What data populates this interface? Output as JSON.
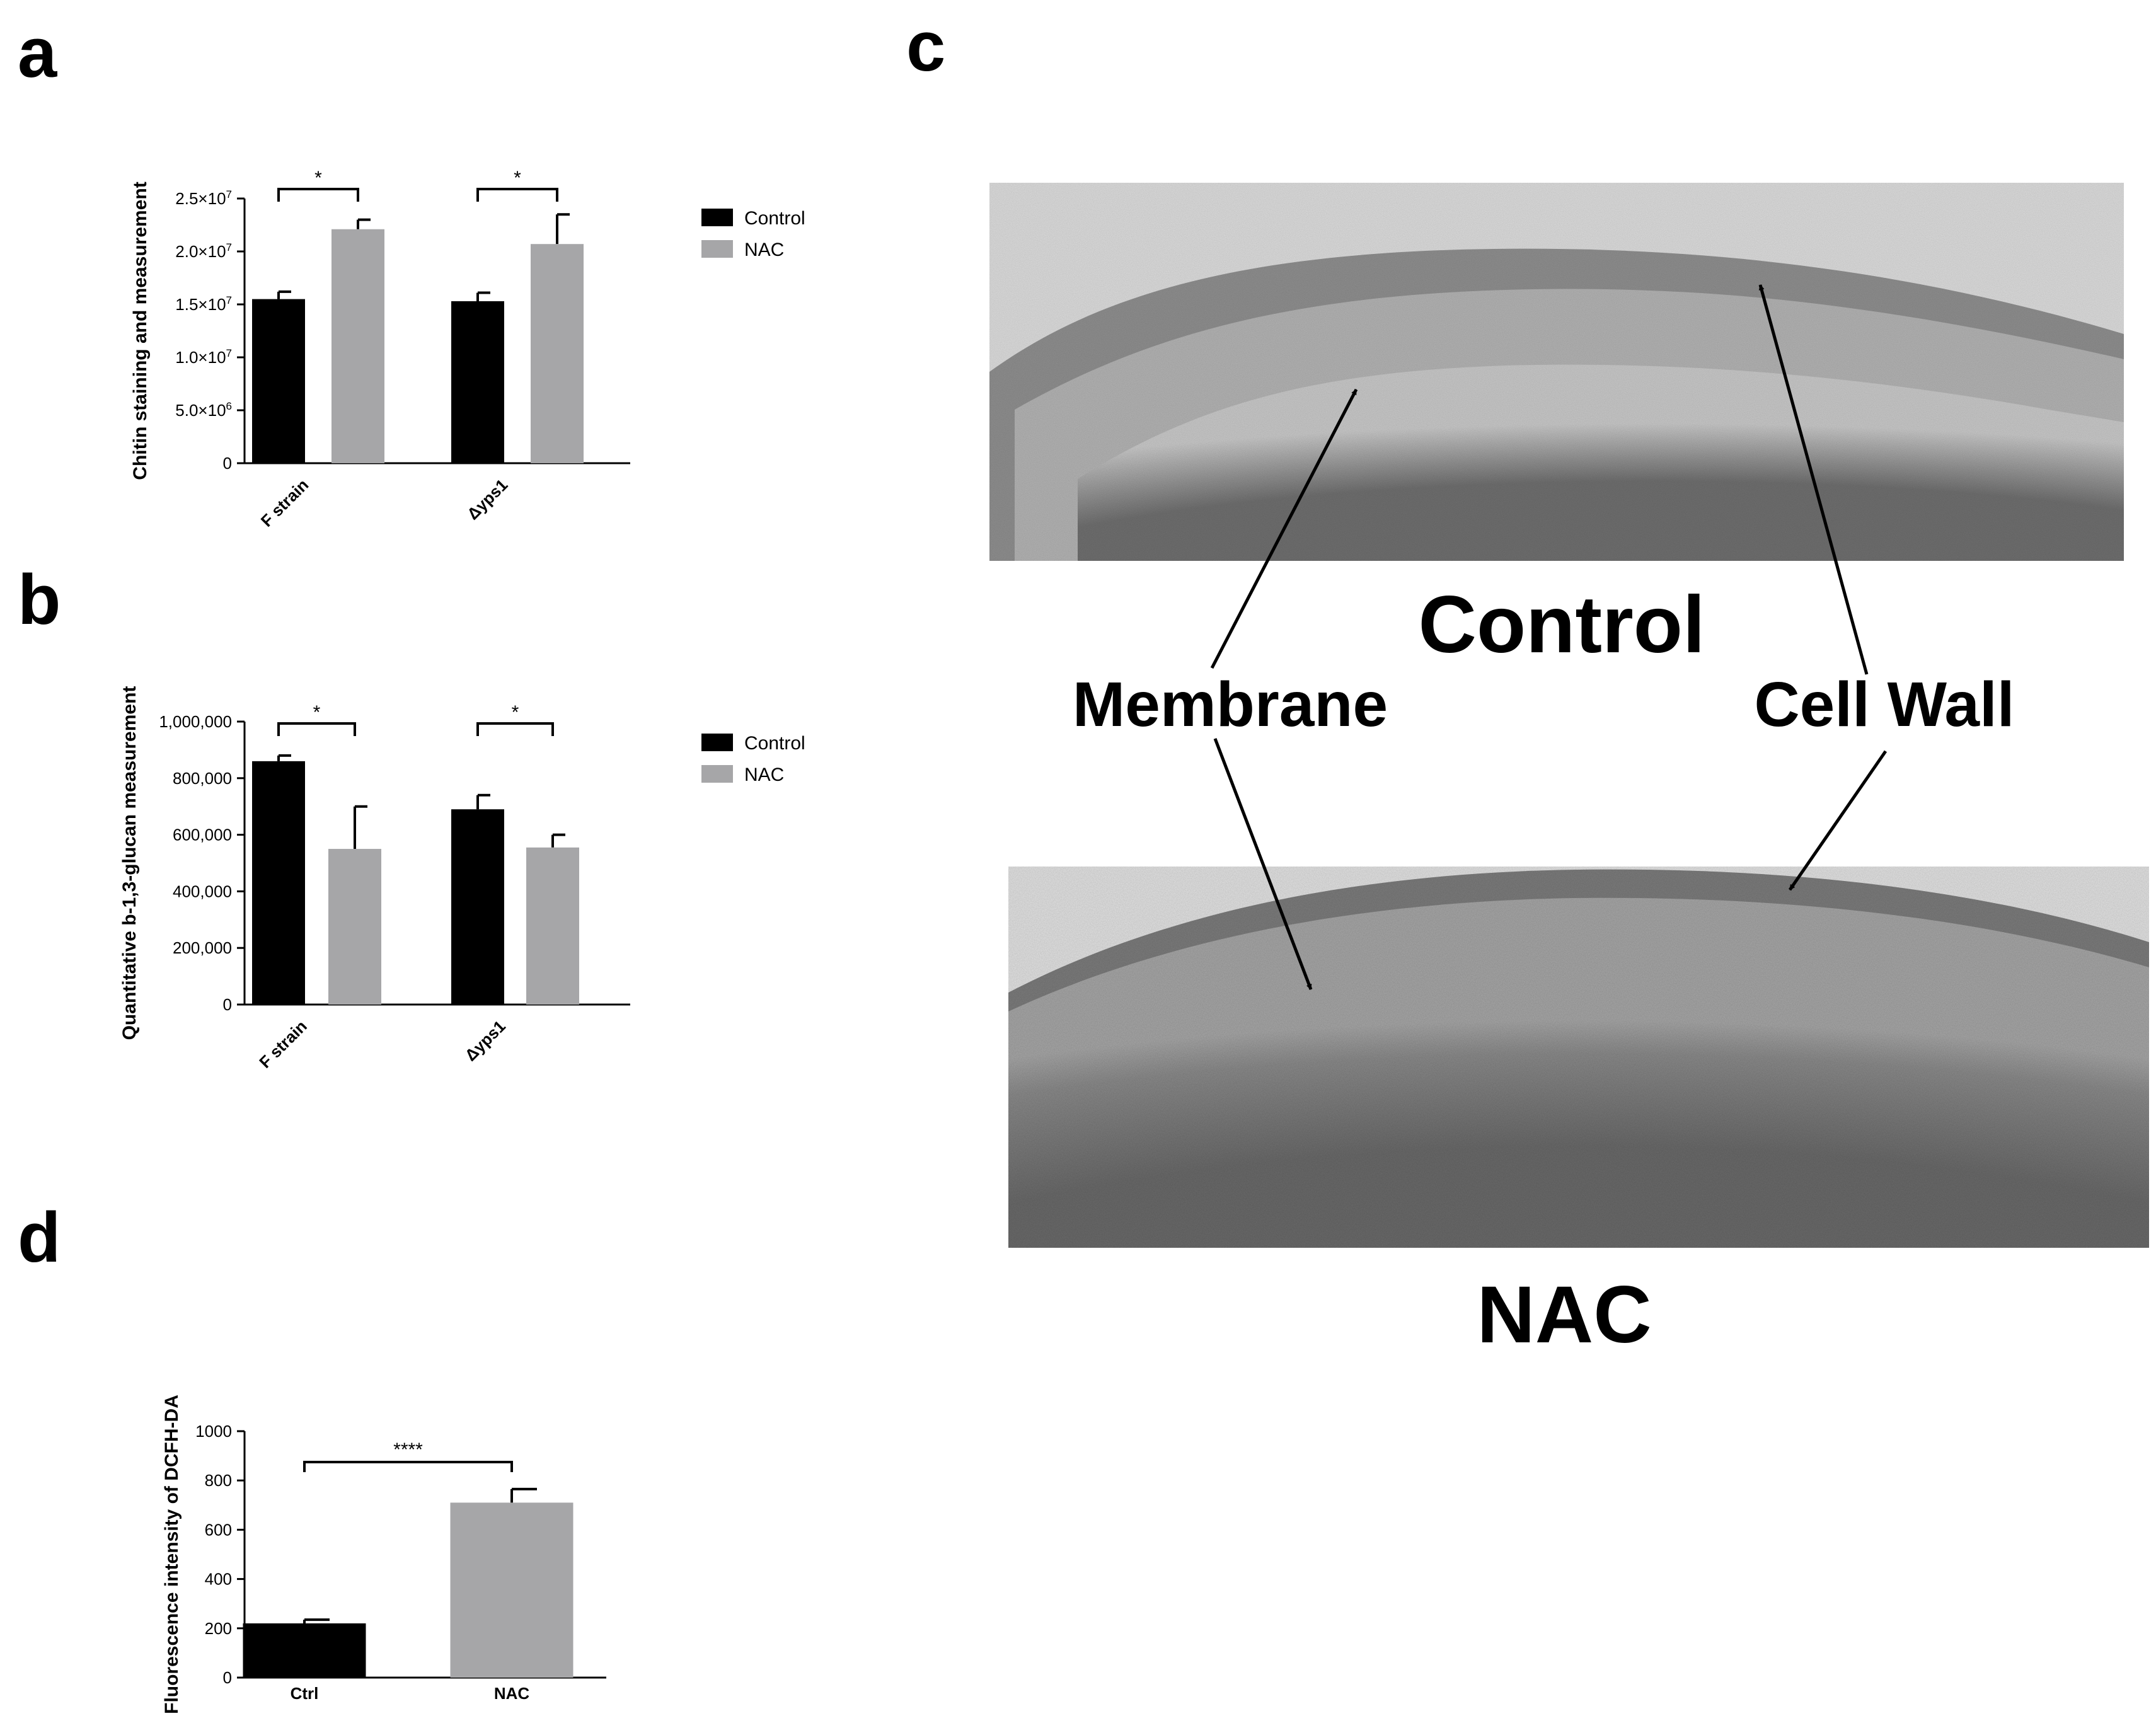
{
  "panels": {
    "a": "a",
    "b": "b",
    "c": "c",
    "d": "d"
  },
  "colors": {
    "control": "#000000",
    "nac": "#a6a6a8",
    "axis": "#000000"
  },
  "chart_data": [
    {
      "id": "a",
      "type": "bar",
      "ylabel": "Chitin staining and measurement",
      "xlabel": "",
      "categories": [
        "F strain",
        "Δyps1"
      ],
      "ylim": [
        0,
        25000000
      ],
      "ticks": [
        {
          "value": 0,
          "label": "0"
        },
        {
          "value": 5000000,
          "label": "5.0×10",
          "sup": "6"
        },
        {
          "value": 10000000,
          "label": "1.0×10",
          "sup": "7"
        },
        {
          "value": 15000000,
          "label": "1.5×10",
          "sup": "7"
        },
        {
          "value": 20000000,
          "label": "2.0×10",
          "sup": "7"
        },
        {
          "value": 25000000,
          "label": "2.5×10",
          "sup": "7"
        }
      ],
      "series": [
        {
          "name": "Control",
          "color": "#000000",
          "values": [
            15500000,
            15300000
          ],
          "errors": [
            700000,
            800000
          ]
        },
        {
          "name": "NAC",
          "color": "#a6a6a8",
          "values": [
            22100000,
            20700000
          ],
          "errors": [
            900000,
            2800000
          ]
        }
      ],
      "significance": [
        "*",
        "*"
      ],
      "legend": "right"
    },
    {
      "id": "b",
      "type": "bar",
      "ylabel": "Quantitative b-1,3-glucan measurement",
      "xlabel": "",
      "categories": [
        "F strain",
        "Δyps1"
      ],
      "ylim": [
        0,
        1000000
      ],
      "ticks": [
        {
          "value": 0,
          "label": "0"
        },
        {
          "value": 200000,
          "label": "200,000"
        },
        {
          "value": 400000,
          "label": "400,000"
        },
        {
          "value": 600000,
          "label": "600,000"
        },
        {
          "value": 800000,
          "label": "800,000"
        },
        {
          "value": 1000000,
          "label": "1,000,000"
        }
      ],
      "series": [
        {
          "name": "Control",
          "color": "#000000",
          "values": [
            860000,
            690000
          ],
          "errors": [
            20000,
            50000
          ]
        },
        {
          "name": "NAC",
          "color": "#a6a6a8",
          "values": [
            550000,
            555000
          ],
          "errors": [
            150000,
            45000
          ]
        }
      ],
      "significance": [
        "*",
        "*"
      ],
      "legend": "right"
    },
    {
      "id": "d",
      "type": "bar",
      "ylabel": "Fluorescence intensity of DCFH-DA",
      "xlabel": "",
      "categories": [
        "Ctrl",
        "NAC"
      ],
      "ylim": [
        0,
        1000
      ],
      "ticks": [
        {
          "value": 0,
          "label": "0"
        },
        {
          "value": 200,
          "label": "200"
        },
        {
          "value": 400,
          "label": "400"
        },
        {
          "value": 600,
          "label": "600"
        },
        {
          "value": 800,
          "label": "800"
        },
        {
          "value": 1000,
          "label": "1000"
        }
      ],
      "values": [
        220,
        710
      ],
      "errors": [
        15,
        55
      ],
      "colors": [
        "#000000",
        "#a6a6a8"
      ],
      "significance": "****"
    }
  ],
  "micrograph": {
    "control_label": "Control",
    "nac_label": "NAC",
    "membrane_label": "Membrane",
    "cell_wall_label": "Cell Wall"
  }
}
